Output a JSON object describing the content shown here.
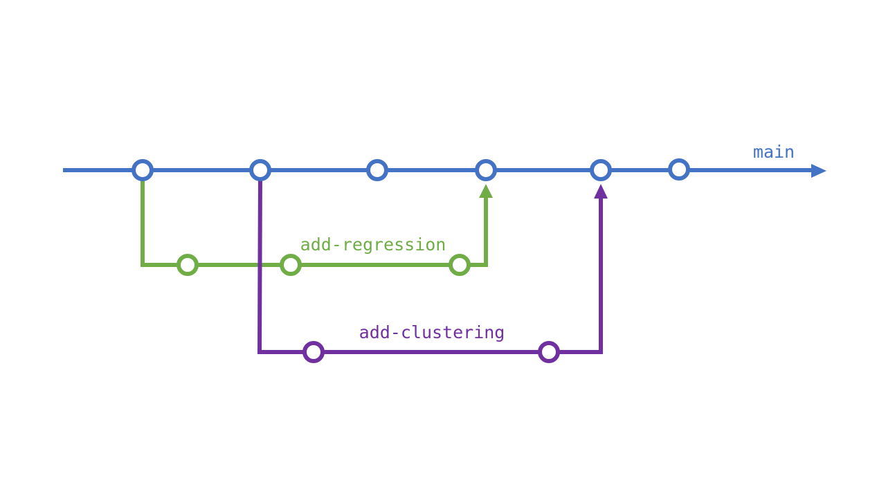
{
  "colors": {
    "main": "#4472c4",
    "add_regression": "#70ad47",
    "add_clustering": "#7030a0",
    "background": "#ffffff"
  },
  "branches": {
    "main": {
      "label": "main",
      "commit_count": 6
    },
    "add_regression": {
      "label": "add-regression",
      "commit_count": 3,
      "branches_from_commit": 1,
      "merges_into_commit": 4
    },
    "add_clustering": {
      "label": "add-clustering",
      "commit_count": 2,
      "branches_from_commit": 2,
      "merges_into_commit": 5
    }
  }
}
